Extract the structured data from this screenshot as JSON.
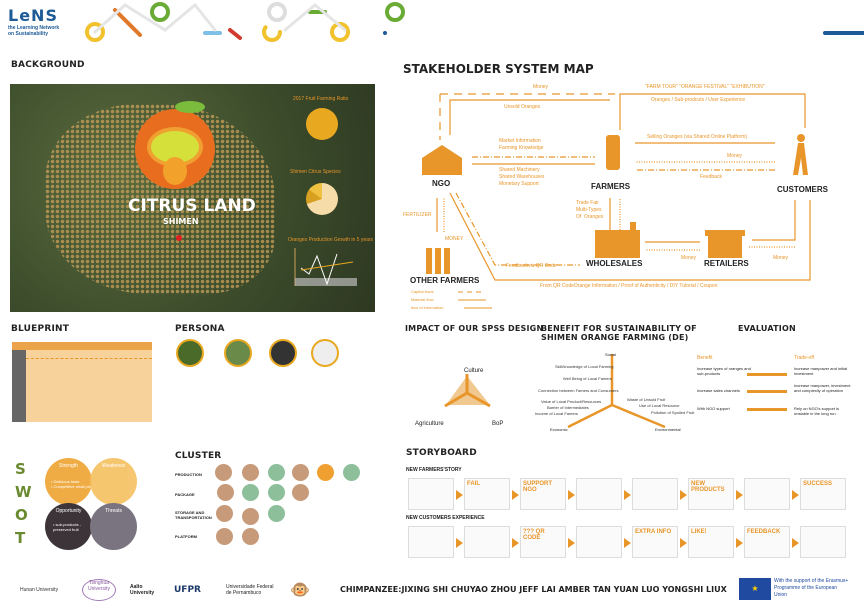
{
  "header": {
    "logo": "LeNS",
    "logo_sub": "the Learning Network on Sustainability"
  },
  "background": {
    "title": "BACKGROUND",
    "brand": "CITRUS LAND",
    "brand_sub": "SHIMEN",
    "chart1_title": "2017 Fruit Farming Ratio",
    "chart2_title": "Shimen Citrus Species",
    "chart3_title": "Oranges Production Growth in 5 years"
  },
  "map": {
    "title": "STAKEHOLDER SYSTEM MAP",
    "nodes": {
      "ngo": "NGO",
      "farmers": "FARMERS",
      "customers": "CUSTOMERS",
      "wholesales": "WHOLESALES",
      "retailers": "RETAILERS",
      "other_farmers": "OTHER FARMERS"
    },
    "flows": {
      "money_top": "Money",
      "events": "\"FARM TOUR\"  \"ORANGE FESTIVAL\"  \"EXHIBUTION\"",
      "unsold": "Unsold Oranges",
      "products": "Oranges / Sub-prodcuts / User Experience",
      "market": "Market Information\nFarming Knowledge",
      "selling": "Selling Oranges (via Shared Online Platform)",
      "money_cust": "Money",
      "shared": "Shared Machinery\nShared Warehouses\nMonetary Support",
      "feedback": "Feedback",
      "fertilizer": "FERTILIZER",
      "money_other": "MONEY",
      "trade": "Trade Fair\nMulti-Types\nOf  Oranges",
      "feedback_qr": "Feedbackvia QR Code",
      "money_ws": "Money",
      "money_rt": "Money",
      "qr_info": "From QR CodeOrange Information / Proof of Authenticity / DIY Tutorial / Coupon"
    },
    "legend": [
      "Capital flows",
      "Material flow",
      "flow of information"
    ]
  },
  "blueprint": {
    "title": "BLUEPRINT"
  },
  "persona": {
    "title": "PERSONA"
  },
  "impact": {
    "title": "IMPACT OF OUR SPSS DESIGN",
    "axes": [
      "Culture",
      "Agriculture",
      "BoP"
    ]
  },
  "benefit": {
    "title": "BENEFIT FOR SUSTAINABILITY OF SHIMEN ORANGE FARMING (DE)",
    "axes": [
      "Social",
      "Economic",
      "Environmental"
    ],
    "items": [
      "Skill/knowledge of Local Farming",
      "Well Being of Local Famers",
      "Connection between Famers and Consumers",
      "Value of Local Product/Resources",
      "Barrier of Intermediates",
      "Income of Local Famers",
      "Waste of Unsold Fruit",
      "Use of Local Resource",
      "Pollution of Spoiled Fruit"
    ]
  },
  "evaluation": {
    "title": "EVALUATION",
    "benefit_h": "Benefit",
    "tradeoff_h": "Trade-off",
    "rows": [
      {
        "b": "Increase types of oranges and sub-products",
        "t": "Increase manpower and initial investment"
      },
      {
        "b": "Increase sales channels",
        "t": "Increase manpower, investment and complexity of operation"
      },
      {
        "b": "With NGO support",
        "t": "Rely on NGO's support is unstable in the long run"
      }
    ]
  },
  "swot": {
    "letters": [
      "S",
      "W",
      "O",
      "T"
    ],
    "strength": "Strength",
    "weakness": "Weakness",
    "opportunity": "Opportunity",
    "threats": "Threats",
    "strength_items": "• Delicious taste\n• Competitive retail price",
    "opportunity_items": "• sub-products - preserved fruit"
  },
  "cluster": {
    "title": "CLUSTER",
    "rows": [
      "PRODUCTION",
      "PACKAGE",
      "STORAGE AND TRANSPORTATION",
      "PLATFORM"
    ]
  },
  "storyboard": {
    "title": "STORYBOARD",
    "row1": "NEW FARMERS'STORY",
    "row2": "NEW CUSTOMERS EXPERIENCE",
    "captions1": [
      "",
      "FAIL",
      "SUPPORT NGO",
      "",
      "",
      "NEW PRODUCTS",
      "",
      "SUCCESS"
    ],
    "captions2": [
      "",
      "",
      "??? QR CODE",
      "",
      "EXTRA INFO",
      "LIKE!",
      "FEEDBACK",
      ""
    ]
  },
  "footer": {
    "team": "CHIMPANZEE:JIXING SHI  CHUYAO ZHOU JEFF LAI  AMBER TAN YUAN LUO YONGSHI LIUX",
    "logos": [
      "Hunan University",
      "Tsinghua University",
      "Aalto University",
      "UFPR",
      "Universidade Federal de Pernambuco"
    ],
    "eu": "With the support of the Erasmus+ Programme of the European Union"
  },
  "colors": {
    "accent": "#e8962a",
    "dark": "#222222"
  }
}
